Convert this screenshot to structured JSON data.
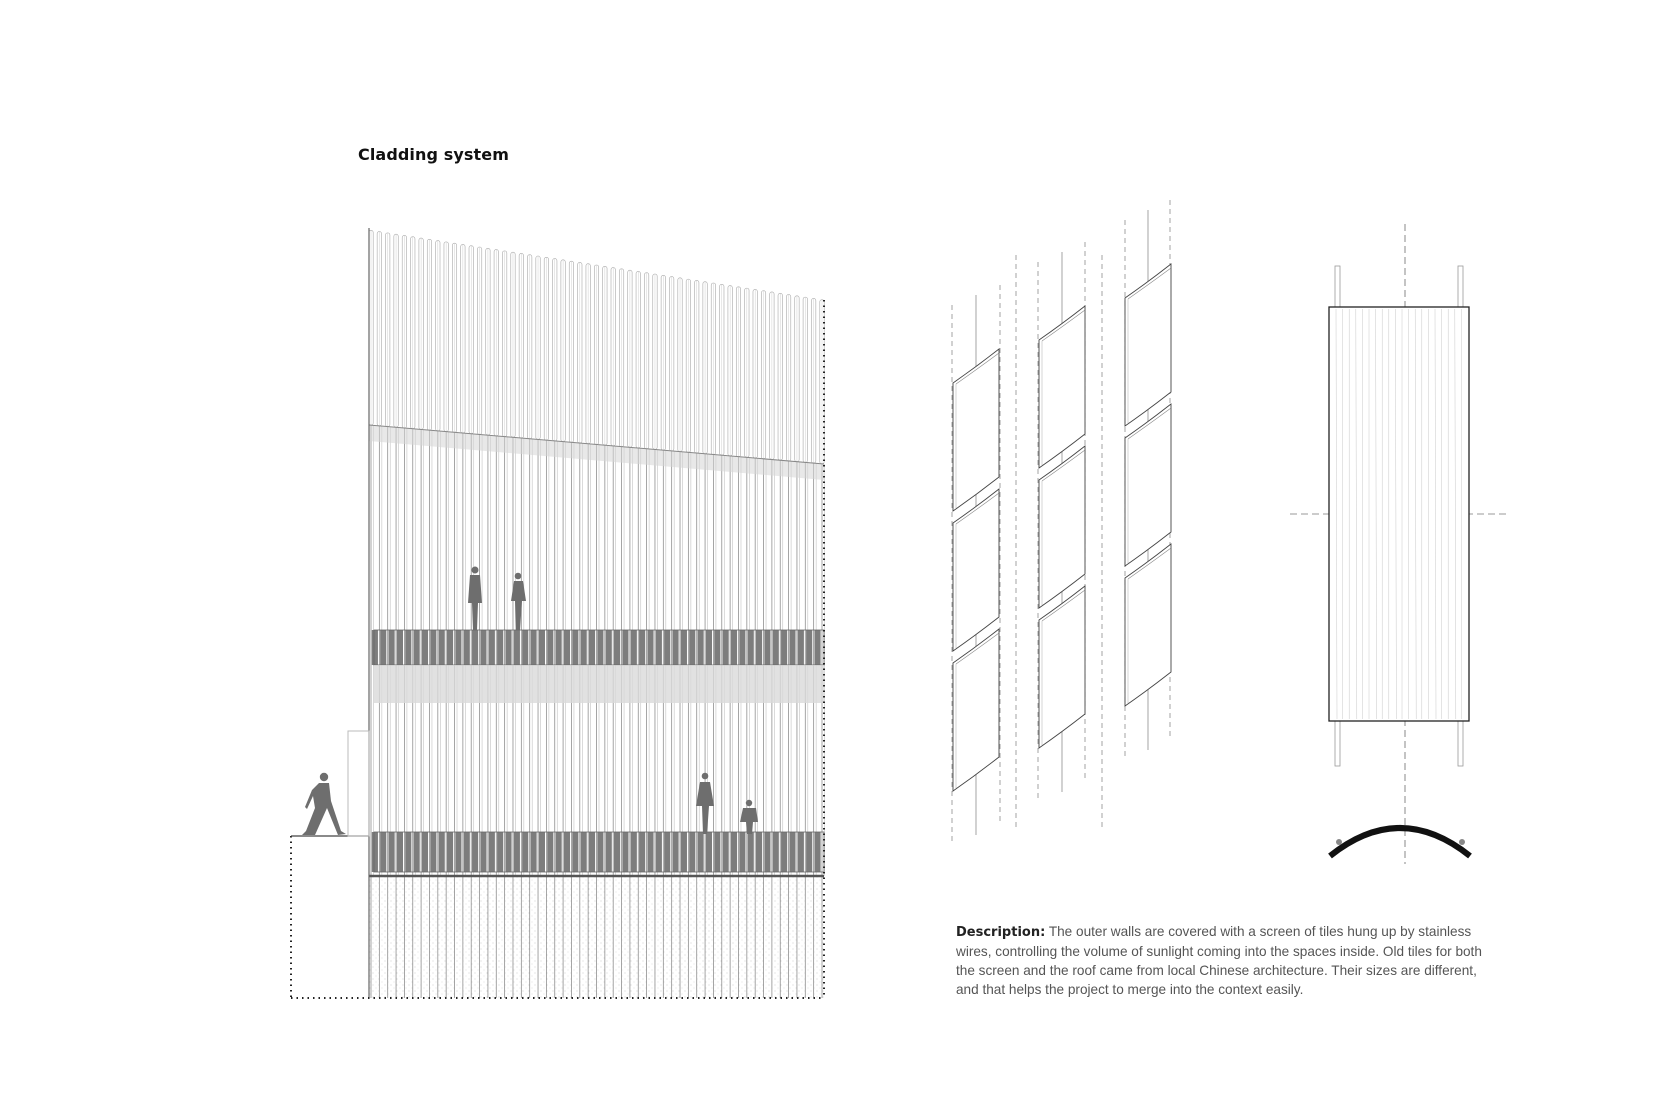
{
  "title": "Cladding system",
  "description": {
    "lead": "Description:",
    "body": "The outer walls are covered with a screen of tiles hung up by stainless wires, controlling the volume of sunlight coming into the spaces inside. Old tiles for both the screen and the roof came from local Chinese architecture. Their sizes are different, and that helps the project to merge into the context easily."
  },
  "colors": {
    "line": "#8a8a8a",
    "light_line": "#b8b8b8",
    "band_dark": "#7d7d7d",
    "band_light": "#d9d9d9",
    "figure": "#6e6e6e",
    "arc": "#111111"
  }
}
